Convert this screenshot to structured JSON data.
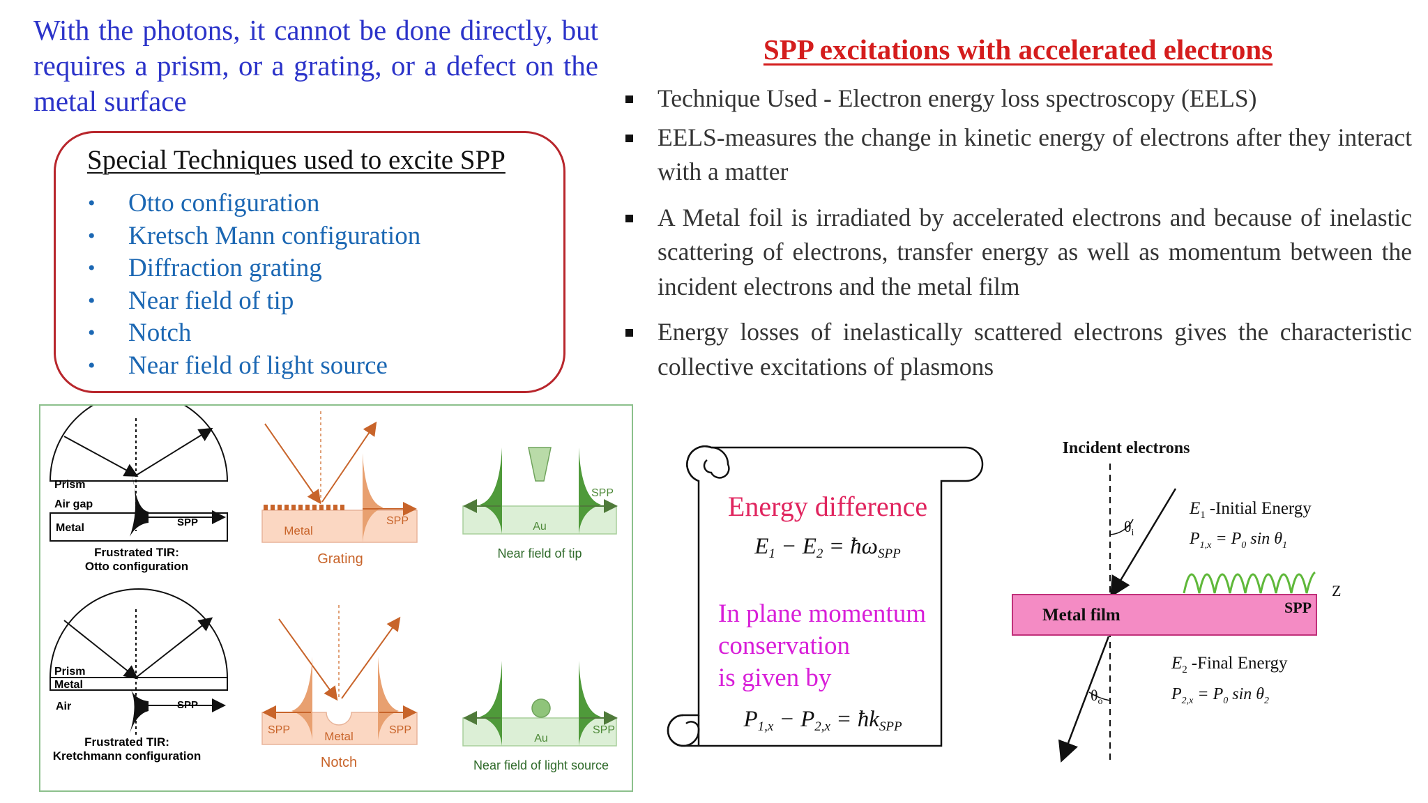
{
  "intro": {
    "text": "With the photons, it cannot be done directly, but requires a prism, or a grating, or a defect on the metal surface"
  },
  "techniques": {
    "heading": "Special Techniques used to excite SPP",
    "items": [
      "Otto configuration",
      "Kretsch Mann configuration",
      "Diffraction grating",
      "Near field of tip",
      "Notch",
      "Near field of light source"
    ]
  },
  "right": {
    "title": "SPP excitations with accelerated electrons",
    "bullets": [
      "Technique Used - Electron energy loss spectroscopy (EELS)",
      "EELS-measures the change in kinetic energy of electrons after they interact with a matter",
      "A Metal foil is irradiated by accelerated electrons and because of inelastic scattering of electrons, transfer energy as well as momentum between the incident electrons and the metal film",
      "Energy losses of inelastically scattered electrons gives the characteristic collective excitations of plasmons"
    ]
  },
  "diagrams": {
    "otto": {
      "prism": "Prism",
      "airgap": "Air gap",
      "metal": "Metal",
      "spp": "SPP",
      "caption1": "Frustrated TIR:",
      "caption2": "Otto configuration"
    },
    "kretschmann": {
      "prism": "Prism",
      "metal": "Metal",
      "air": "Air",
      "spp": "SPP",
      "caption1": "Frustrated TIR:",
      "caption2": "Kretchmann configuration"
    },
    "grating": {
      "metal": "Metal",
      "spp": "SPP",
      "caption": "Grating"
    },
    "notch": {
      "metal": "Metal",
      "spp_left": "SPP",
      "spp_right": "SPP",
      "caption": "Notch"
    },
    "tip": {
      "au": "Au",
      "spp": "SPP",
      "caption": "Near field of tip"
    },
    "source": {
      "au": "Au",
      "spp": "SPP",
      "caption": "Near field of light source"
    }
  },
  "scroll": {
    "energy_title": "Energy difference",
    "energy_eq": {
      "lhs1": "E",
      "s1": "1",
      "mid": " − E",
      "s2": "2",
      "eq": " = ħω",
      "sub": "SPP"
    },
    "momentum_lines": [
      "In plane momentum",
      "conservation",
      "is given by"
    ],
    "momentum_eq": {
      "p1": "P",
      "s1": "1,x",
      "mid": " − P",
      "s2": "2,x",
      "eq": " = ħk",
      "sub": "SPP"
    }
  },
  "eels": {
    "incident": "Incident electrons",
    "theta_i": "θ",
    "theta_i_sub": "i",
    "theta_o": "θ",
    "theta_o_sub": "o",
    "metal_film": "Metal film",
    "spp": "SPP",
    "z": "Z",
    "e1_label": "-Initial Energy",
    "e1_sym": "E",
    "e1_sub": "1",
    "p1_eq": {
      "p": "P",
      "sub": "1,x",
      "rest": " = P",
      "sub0": "0",
      "sin": " sin θ",
      "subt": "1"
    },
    "e2_label": "-Final Energy",
    "e2_sym": "E",
    "e2_sub": "2",
    "p2_eq": {
      "p": "P",
      "sub": "2,x",
      "rest": " = P",
      "sub0": "0",
      "sin": " sin θ",
      "subt": "2"
    }
  },
  "colors": {
    "intro_blue": "#2b33c9",
    "title_red": "#d41d1d",
    "list_blue": "#1b67b3",
    "box_border": "#b8262c",
    "energy_red": "#e0245e",
    "momentum_magenta": "#d81ed8",
    "orange": "#c8642a",
    "green": "#4f9a3a",
    "metal_pink": "#f48bc4"
  }
}
